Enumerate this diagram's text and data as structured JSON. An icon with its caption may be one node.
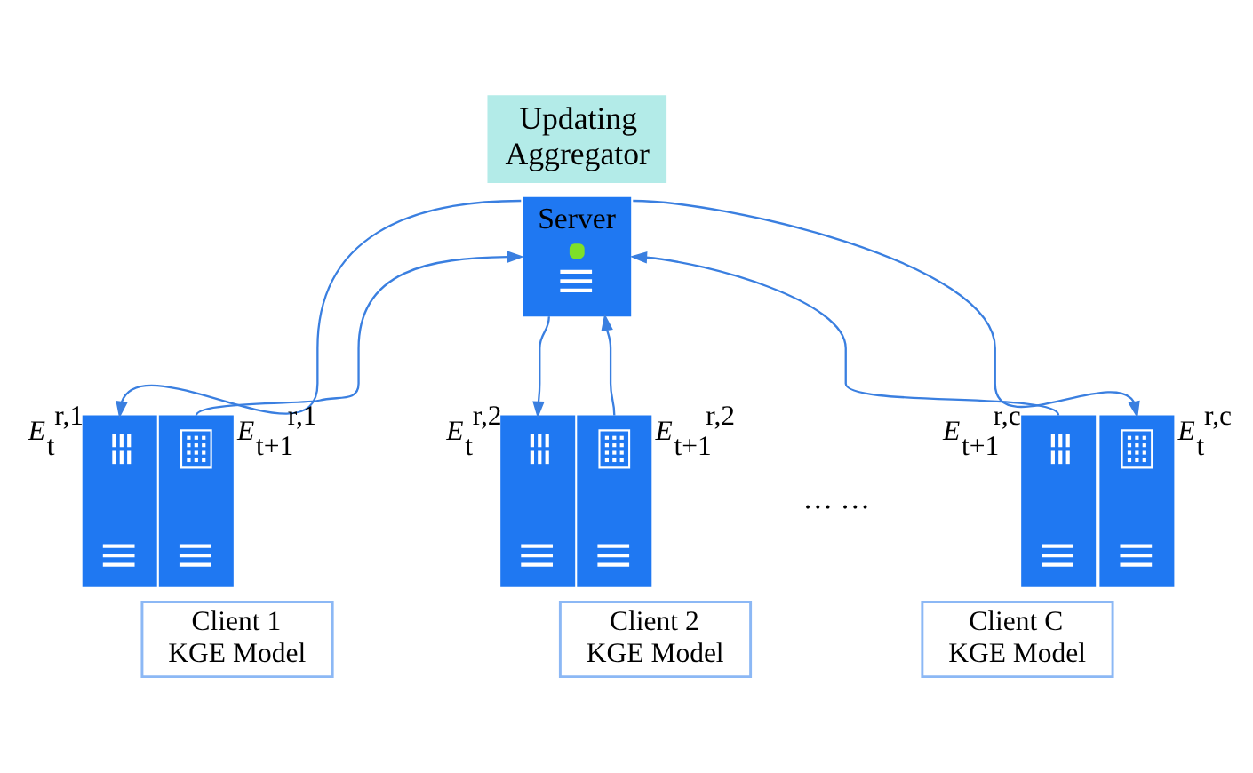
{
  "diagram": {
    "nodes": [
      {
        "text": [
          "Updating Aggregator"
        ]
      },
      {
        "text": [
          "Server"
        ]
      },
      {
        "text": [],
        "shape": "picture",
        "beside": [
          "*E*$_{t}$$^{r,1}$"
        ]
      },
      {
        "text": [],
        "shape": "picture",
        "beside": [
          "*E*$_{t+1}$$^{r,1}$"
        ]
      },
      {
        "text": [],
        "shape": "picture",
        "beside": [
          "*E*$_{t}$$^{r,2}$"
        ]
      },
      {
        "text": [],
        "shape": "picture",
        "beside": [
          "*E*$_{t+1}$$^{r,2}$"
        ]
      },
      {
        "text": [],
        "shape": "picture",
        "beside": [
          "*E*$_{t+1}$$^{r,c}$"
        ]
      },
      {
        "text": [],
        "shape": "picture",
        "beside": [
          "*E*$_{t}$$^{r,c}$"
        ]
      },
      {
        "text": [
          "Client 1 KGE Model"
        ]
      },
      {
        "text": [
          "Client 2 KGE Model"
        ]
      },
      {
        "text": [
          "Client C KGE Model"
        ]
      }
    ],
    "edges": [
      {
        "from": 1,
        "to": 2,
        "arrow": "to"
      },
      {
        "from": 3,
        "to": 1,
        "arrow": "to"
      },
      {
        "from": 1,
        "to": 4,
        "arrow": "to"
      },
      {
        "from": 5,
        "to": 1,
        "arrow": "to"
      },
      {
        "from": 6,
        "to": 1,
        "arrow": "to"
      },
      {
        "from": 1,
        "to": 7,
        "arrow": "to"
      }
    ],
    "labels": [
      "… …"
    ]
  }
}
